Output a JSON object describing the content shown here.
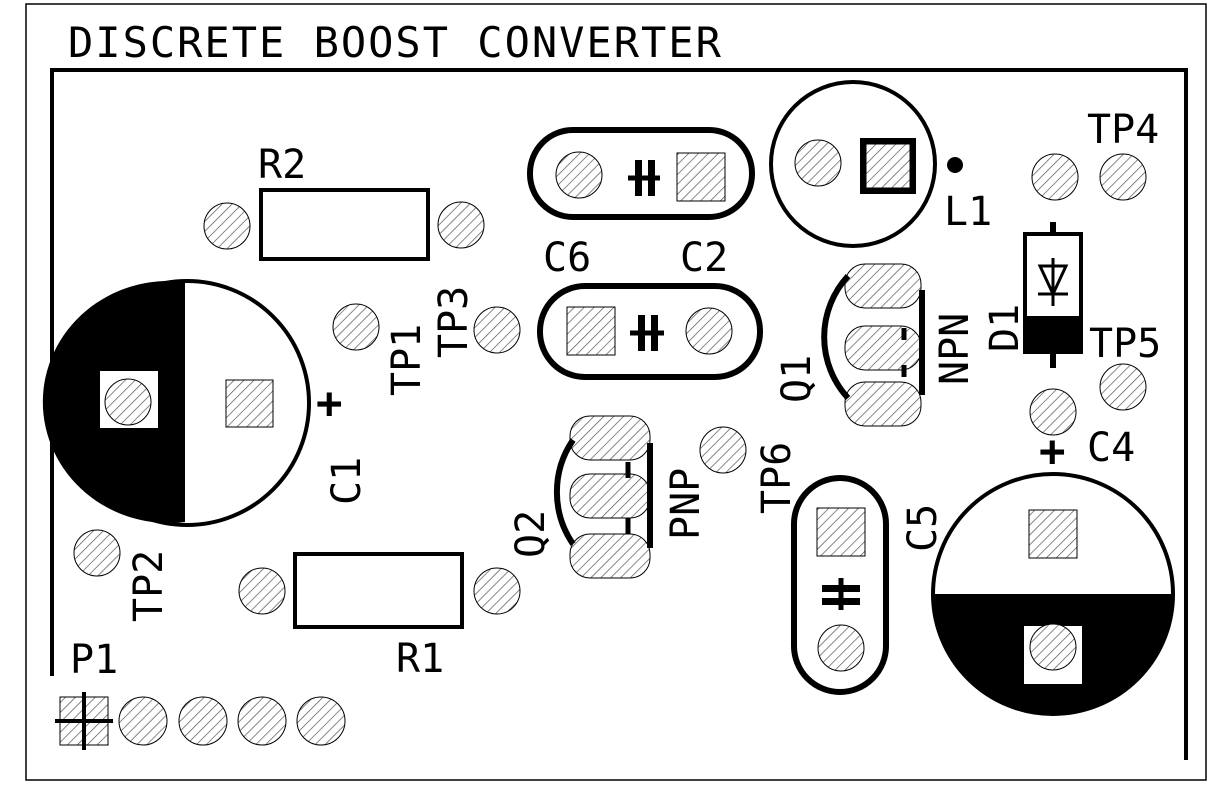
{
  "title": "DISCRETE BOOST CONVERTER",
  "colors": {
    "ink": "#000000",
    "background": "#ffffff",
    "pad_hatch": "#555555"
  },
  "labels": {
    "R2": "R2",
    "R1": "R1",
    "C1": "C1",
    "C1_polarity": "+",
    "C2": "C2",
    "C6": "C6",
    "C4": "C4",
    "C4_polarity": "+",
    "C5": "C5",
    "L1": "L1",
    "D1": "D1",
    "Q1": "Q1",
    "Q1_type": "NPN",
    "Q2": "Q2",
    "Q2_type": "PNP",
    "TP1": "TP1",
    "TP2": "TP2",
    "TP3": "TP3",
    "TP4": "TP4",
    "TP5": "TP5",
    "TP6": "TP6",
    "P1": "P1"
  }
}
